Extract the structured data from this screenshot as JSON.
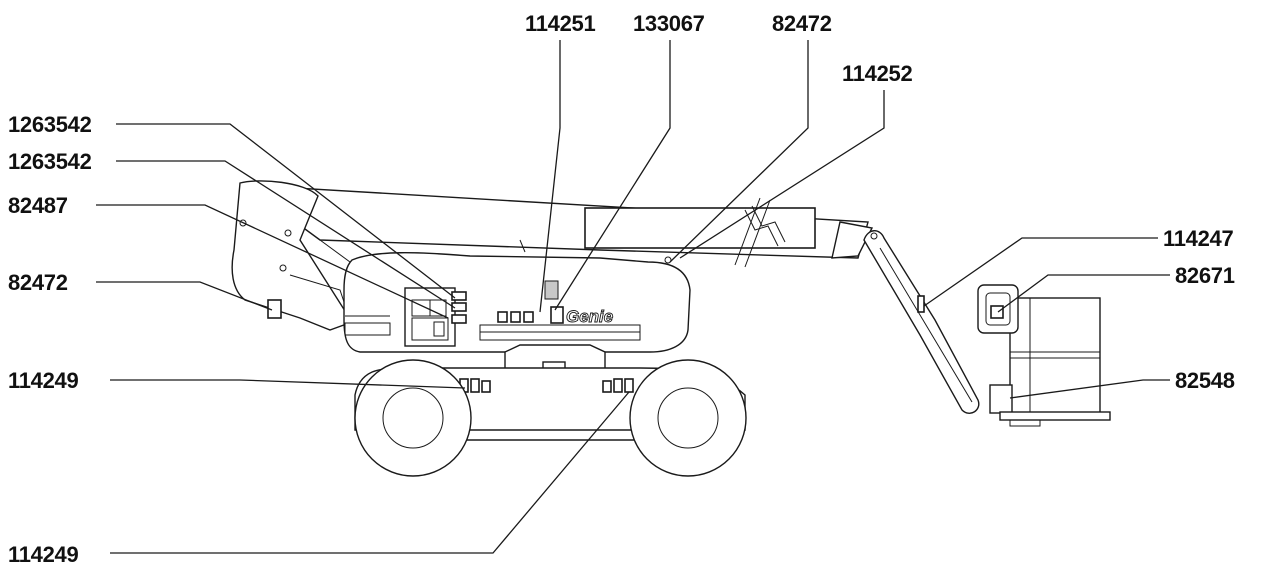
{
  "colors": {
    "ink": "#1a1a1a",
    "paper": "#ffffff",
    "shade": "#c8c8c8"
  },
  "machine": {
    "logo": "Genie"
  },
  "callouts": [
    {
      "id": "c01",
      "number": "114251"
    },
    {
      "id": "c02",
      "number": "133067"
    },
    {
      "id": "c03",
      "number": "82472"
    },
    {
      "id": "c04",
      "number": "114252"
    },
    {
      "id": "c05",
      "number": "1263542"
    },
    {
      "id": "c06",
      "number": "1263542"
    },
    {
      "id": "c07",
      "number": "82487"
    },
    {
      "id": "c08",
      "number": "82472"
    },
    {
      "id": "c09",
      "number": "114249"
    },
    {
      "id": "c10",
      "number": "114249"
    },
    {
      "id": "c11",
      "number": "114247"
    },
    {
      "id": "c12",
      "number": "82671"
    },
    {
      "id": "c13",
      "number": "82548"
    }
  ]
}
